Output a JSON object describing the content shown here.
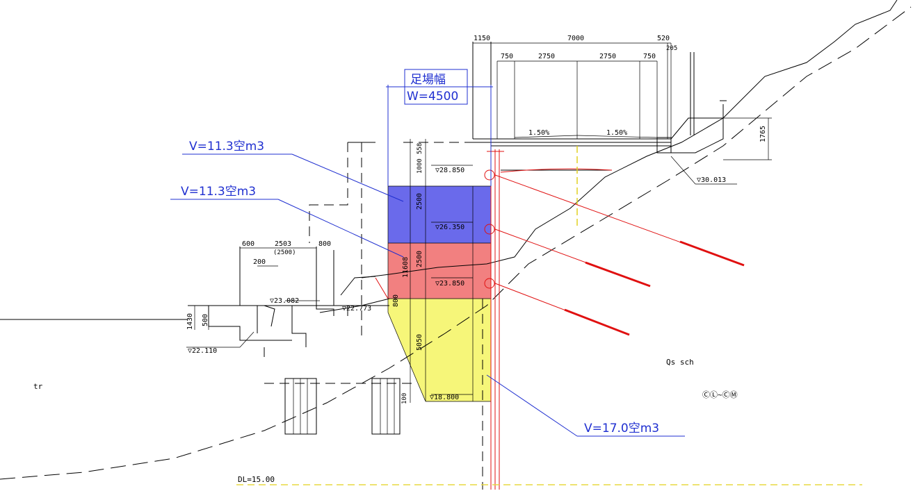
{
  "scaffold": {
    "label": "足場幅",
    "width": "W=4500"
  },
  "volumes": [
    {
      "label": "V=11.3空m3",
      "color": "#5050e8"
    },
    {
      "label": "V=11.3空m3",
      "color": "#f06a6a"
    },
    {
      "label": "V=17.0空m3",
      "color": "#f5f56a"
    }
  ],
  "dimensions": {
    "top": [
      "1150",
      "7000",
      "520",
      "205"
    ],
    "sub": [
      "750",
      "2750",
      "2750",
      "750"
    ],
    "slopes": [
      "1.50%",
      "1.50%"
    ],
    "height_right": "1765",
    "vertical": [
      "1000",
      "558",
      "2500",
      "2500",
      "11608",
      "800",
      "5050",
      "100"
    ],
    "left_structure": [
      "600",
      "2503",
      "(2500)",
      "800",
      "200",
      "1430",
      "500"
    ]
  },
  "levels": {
    "l1": "▽28.850",
    "l2": "▽26.350",
    "l3": "▽23.850",
    "l4": "▽18.800",
    "road": "▽30.013",
    "left1": "▽23.082",
    "left2": "▽22.773",
    "left3": "▽22.110"
  },
  "geology": {
    "qs": "Qs sch",
    "cl": "ⒸⓁ~ⒸⓂ",
    "tr": "tr"
  },
  "datum": "DL=15.00"
}
